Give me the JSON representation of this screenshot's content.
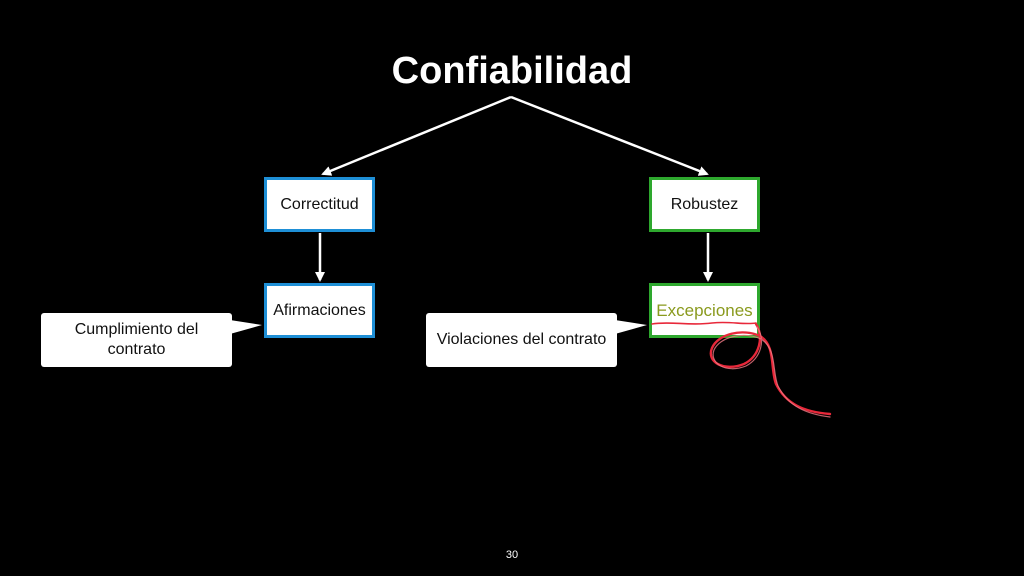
{
  "slide": {
    "title": "Confiabilidad",
    "page_number": "30"
  },
  "nodes": {
    "correctitud": "Correctitud",
    "afirmaciones": "Afirmaciones",
    "robustez": "Robustez",
    "excepciones": "Excepciones"
  },
  "callouts": {
    "left": "Cumplimiento del contrato",
    "right": "Violaciones del contrato"
  },
  "colors": {
    "background": "#000000",
    "node_border_left": "#1e8fd6",
    "node_border_right": "#2ea82e",
    "excepciones_text": "#8a9a1e",
    "annotation_red": "#e8283a"
  }
}
